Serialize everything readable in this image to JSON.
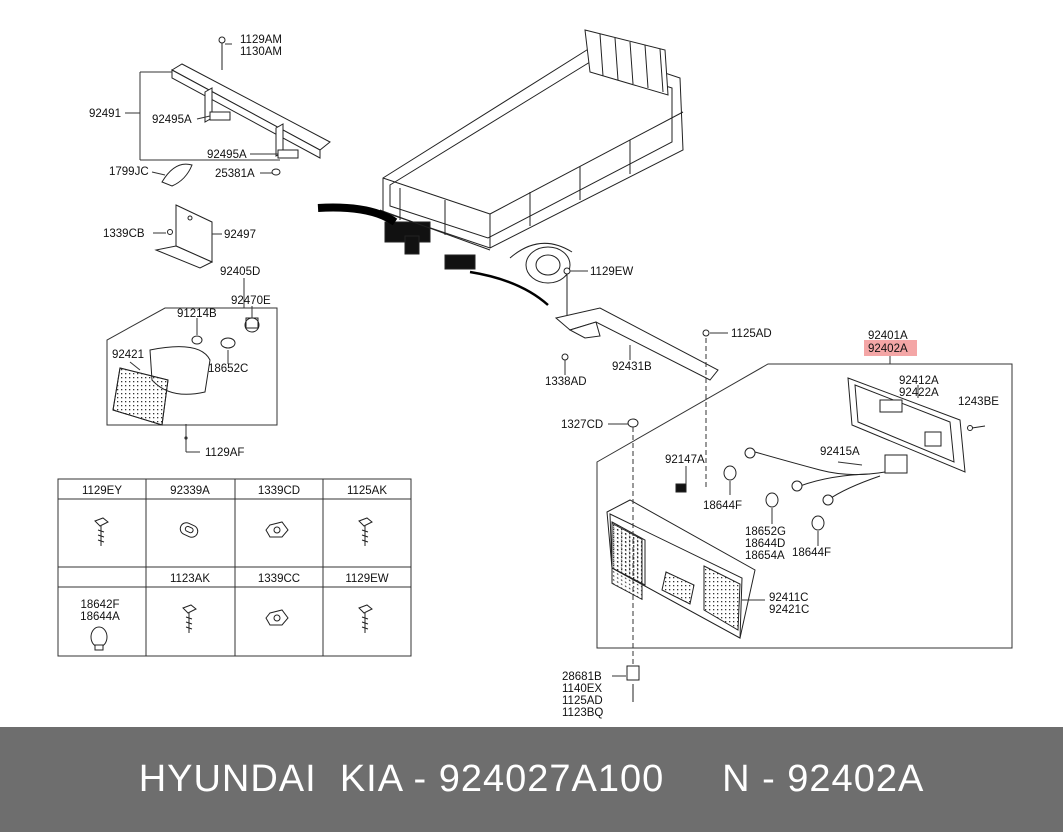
{
  "labels": {
    "l1129AM": "1129AM",
    "l1130AM": "1130AM",
    "l92491": "92491",
    "l92495A_1": "92495A",
    "l92495A_2": "92495A",
    "l1799JC": "1799JC",
    "l25381A": "25381A",
    "l1339CB": "1339CB",
    "l92497": "92497",
    "l92405D": "92405D",
    "l92470E": "92470E",
    "l91214B": "91214B",
    "l92421": "92421",
    "l18652C": "18652C",
    "l1129AF": "1129AF",
    "l1129EW": "1129EW",
    "l1125AD_top": "1125AD",
    "l92431B": "92431B",
    "l1338AD": "1338AD",
    "l92401A": "92401A",
    "l92402A": "92402A",
    "l92412A": "92412A",
    "l92422A": "92422A",
    "l1243BE": "1243BE",
    "l1327CD": "1327CD",
    "l92415A": "92415A",
    "l92147A": "92147A",
    "l18644F_1": "18644F",
    "l18652G": "18652G",
    "l18644D": "18644D",
    "l18654A": "18654A",
    "l18644F_2": "18644F",
    "l92411C": "92411C",
    "l92421C": "92421C",
    "l28681B": "28681B",
    "l1140EX": "1140EX",
    "l1125AD_bot": "1125AD",
    "l1123BQ": "1123BQ"
  },
  "parts_table": {
    "row1": [
      "1129EY",
      "92339A",
      "1339CD",
      "1125AK"
    ],
    "row2": [
      "",
      "1123AK",
      "1339CC",
      "1129EW"
    ],
    "bulb_labels": [
      "18642F",
      "18644A"
    ]
  },
  "highlight": {
    "label": "92402A",
    "color": "#f4a6a6"
  },
  "footer": {
    "text": "HYUNDAI  KIA - 924027A100     N - 92402A"
  }
}
